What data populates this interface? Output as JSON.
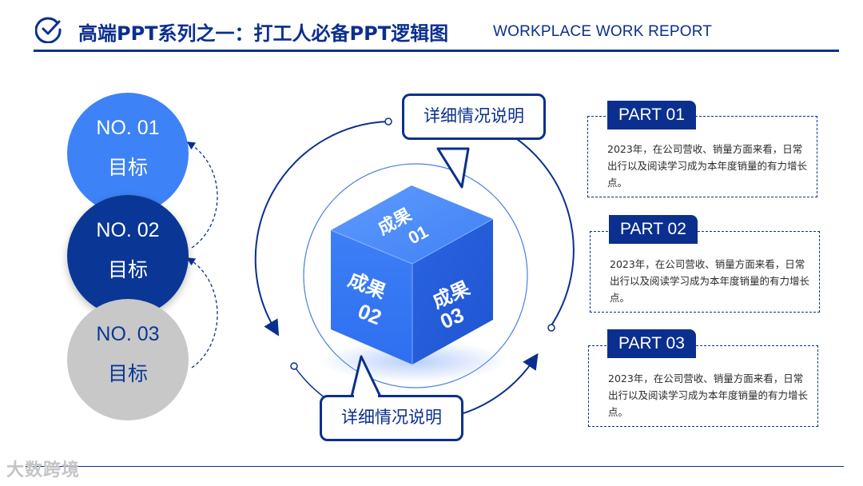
{
  "header": {
    "title": "高端PPT系列之一：打工人必备PPT逻辑图",
    "subtitle": "WORKPLACE WORK REPORT",
    "icon": "check-circle-icon"
  },
  "goals": [
    {
      "no": "NO. 01",
      "label": "目标"
    },
    {
      "no": "NO. 02",
      "label": "目标"
    },
    {
      "no": "NO. 03",
      "label": "目标"
    }
  ],
  "bubbles": {
    "top": "详细情况说明",
    "bottom": "详细情况说明"
  },
  "cube": {
    "face_top": {
      "title": "成果",
      "num": "01"
    },
    "face_left": {
      "title": "成果",
      "num": "02"
    },
    "face_right": {
      "title": "成果",
      "num": "03"
    }
  },
  "parts": [
    {
      "tag": "PART 01",
      "text": "2023年，在公司营收、销量方面来看，日常出行以及阅读学习成为本年度销量的有力增长点。"
    },
    {
      "tag": "PART 02",
      "text": "2023年，在公司营收、销量方面来看，日常出行以及阅读学习成为本年度销量的有力增长点。"
    },
    {
      "tag": "PART 03",
      "text": "2023年，在公司营收、销量方面来看，日常出行以及阅读学习成为本年度销量的有力增长点。"
    }
  ],
  "watermark": "大数跨境",
  "colors": {
    "navy": "#0b2f8e",
    "blue": "#3d82f6",
    "gray": "#c8c8c8"
  }
}
